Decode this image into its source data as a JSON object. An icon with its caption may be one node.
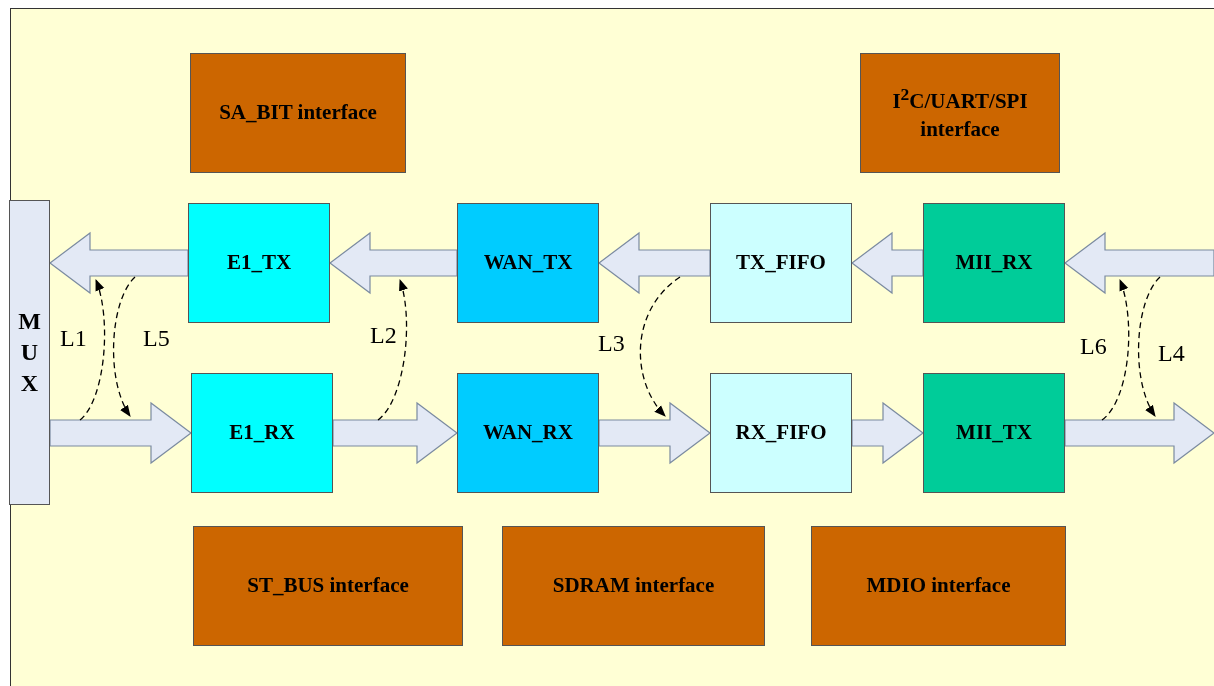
{
  "diagram": {
    "nodes": [
      {
        "text": [
          "SA_BIT interface"
        ]
      },
      {
        "text": [
          "I$^{2}$C/UART/SPI interface"
        ]
      },
      {
        "text": [
          "MUX"
        ]
      },
      {
        "text": [
          "E1_TX"
        ]
      },
      {
        "text": [
          "WAN_TX"
        ]
      },
      {
        "text": [
          "TX_FIFO"
        ]
      },
      {
        "text": [
          "MII_RX"
        ]
      },
      {
        "text": [
          "E1_RX"
        ]
      },
      {
        "text": [
          "WAN_RX"
        ]
      },
      {
        "text": [
          "RX_FIFO"
        ]
      },
      {
        "text": [
          "MII_TX"
        ]
      },
      {
        "text": [
          "ST_BUS interface"
        ]
      },
      {
        "text": [
          "SDRAM interface"
        ]
      },
      {
        "text": [
          "MDIO interface"
        ]
      }
    ],
    "edges": [
      {
        "from": 3,
        "to": 2,
        "arrow": "to"
      },
      {
        "from": 4,
        "to": 3,
        "arrow": "to"
      },
      {
        "from": 5,
        "to": 4,
        "arrow": "to"
      },
      {
        "from": 6,
        "to": 5,
        "arrow": "to"
      },
      {
        "from": null,
        "to": 6,
        "arrow": "to"
      },
      {
        "from": 2,
        "to": 7,
        "arrow": "to"
      },
      {
        "from": 7,
        "to": 8,
        "arrow": "to"
      },
      {
        "from": 8,
        "to": 9,
        "arrow": "to"
      },
      {
        "from": 9,
        "to": 10,
        "arrow": "to"
      },
      {
        "from": 10,
        "to": null,
        "arrow": "to"
      }
    ],
    "labels": [
      "L1",
      "L5",
      "L2",
      "L3",
      "L6",
      "L4"
    ]
  }
}
